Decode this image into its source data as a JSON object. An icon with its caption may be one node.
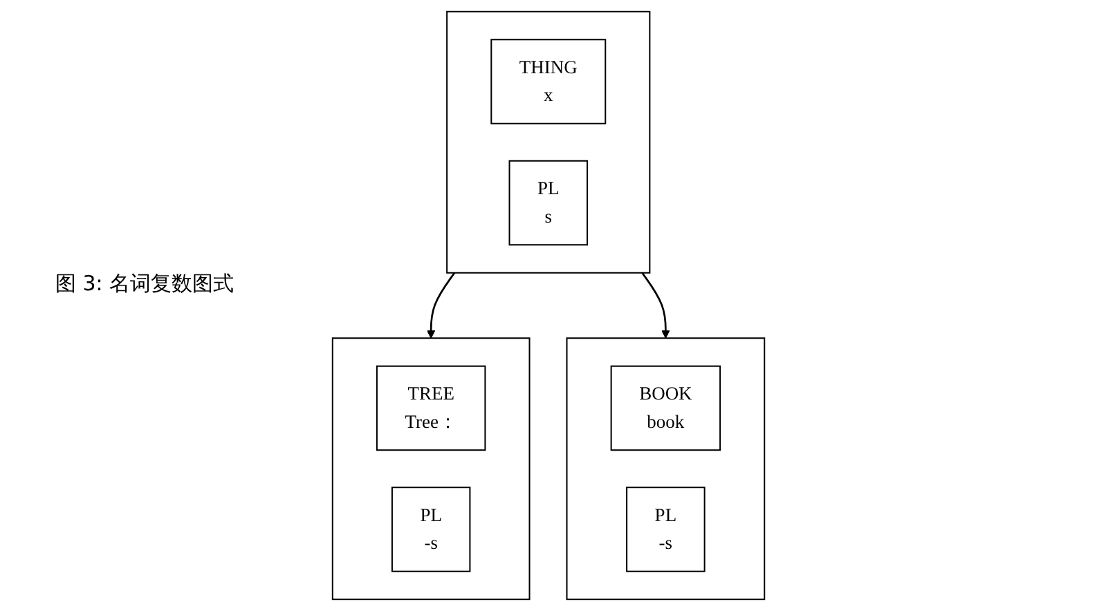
{
  "diagram": {
    "caption": "图 3: 名词复数图式",
    "nodes": [
      {
        "text": [],
        "shape": "box"
      },
      {
        "text": [
          "THING",
          "x"
        ],
        "in": 0
      },
      {
        "text": [
          "PL",
          "s"
        ],
        "in": 0
      },
      {
        "text": [],
        "shape": "box"
      },
      {
        "text": [
          "TREE",
          "Tree："
        ],
        "in": 3
      },
      {
        "text": [
          "PL",
          "-s"
        ],
        "in": 3
      },
      {
        "text": [],
        "shape": "box"
      },
      {
        "text": [
          "BOOK",
          "book"
        ],
        "in": 6
      },
      {
        "text": [
          "PL",
          "-s"
        ],
        "in": 6
      }
    ],
    "edges": [
      {
        "from": 0,
        "to": 3,
        "arrow": "to"
      },
      {
        "from": 0,
        "to": 6,
        "arrow": "to"
      }
    ]
  }
}
